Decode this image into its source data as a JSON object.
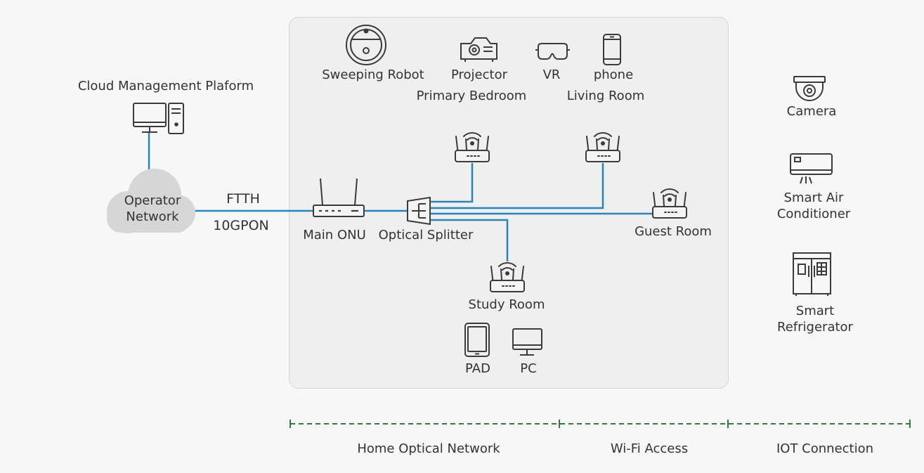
{
  "colors": {
    "background": "#f7f7f7",
    "panel": "#efefef",
    "link": "#2b86b8",
    "icon": "#3b3b3b",
    "dash": "#2e7d3a",
    "text": "#333333"
  },
  "labels": {
    "cloud_platform": "Cloud Management Plaform",
    "operator_network": [
      "Operator",
      "Network"
    ],
    "ftth": "FTTH",
    "gpon": "10GPON",
    "main_onu": "Main ONU",
    "optical_splitter": "Optical Splitter",
    "primary_bedroom": "Primary Bedroom",
    "living_room": "Living Room",
    "guest_room": "Guest Room",
    "study_room": "Study Room",
    "sweeping_robot": "Sweeping Robot",
    "projector": "Projector",
    "vr": "VR",
    "phone": "phone",
    "pad": "PAD",
    "pc": "PC",
    "camera": "Camera",
    "smart_ac": [
      "Smart Air",
      "Conditioner"
    ],
    "smart_fridge": [
      "Smart",
      "Refrigerator"
    ]
  },
  "sections": {
    "home_optical_network": "Home Optical Network",
    "wifi_access": "Wi-Fi Access",
    "iot_connection": "IOT Connection"
  },
  "icons": [
    "computer-icon",
    "cloud-icon",
    "onu-router-icon",
    "splitter-icon",
    "wifi-router-icon",
    "robot-vacuum-icon",
    "projector-icon",
    "vr-headset-icon",
    "phone-icon",
    "tablet-icon",
    "monitor-icon",
    "camera-icon",
    "air-conditioner-icon",
    "refrigerator-icon"
  ]
}
